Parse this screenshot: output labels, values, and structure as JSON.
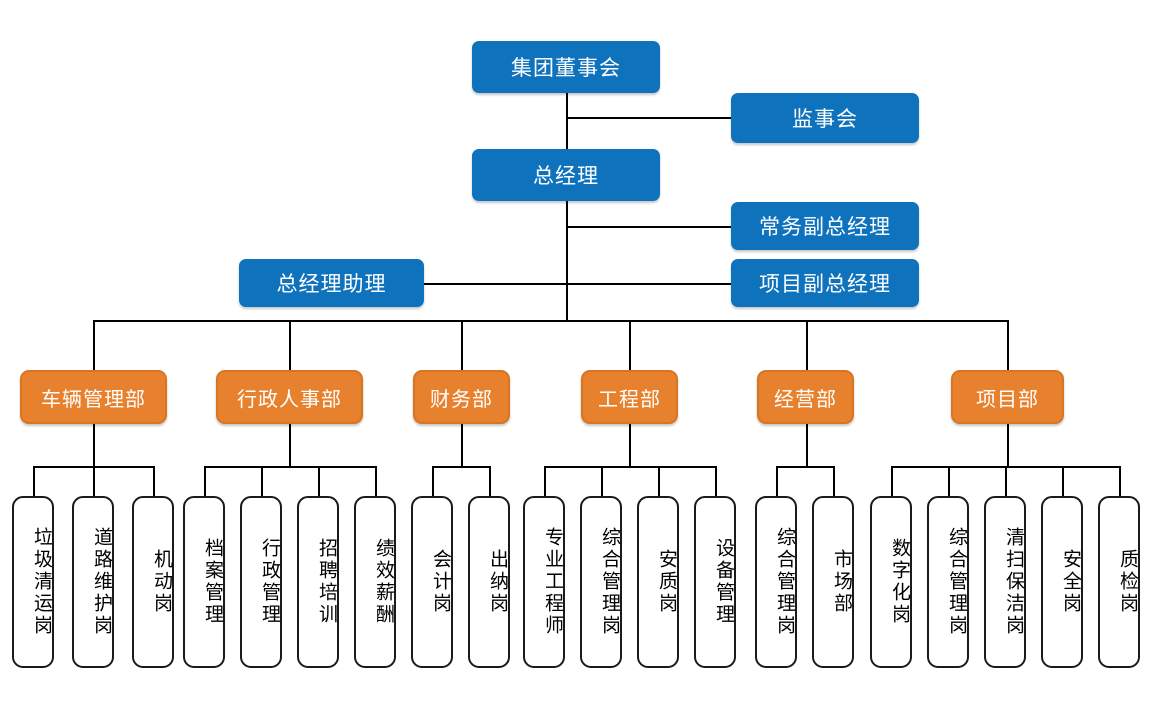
{
  "theme": {
    "blue": "#0f72bd",
    "orange": "#e8812e",
    "orange_border": "#d9741f",
    "line": "#000000",
    "leaf_border": "#1a1a1a",
    "background": "#ffffff"
  },
  "top": {
    "board": "集团董事会",
    "supervisory": "监事会",
    "general_manager": "总经理",
    "executive_vp": "常务副总经理",
    "project_vp": "项目副总经理",
    "gm_assistant": "总经理助理"
  },
  "departments": [
    {
      "name": "车辆管理部",
      "roles": [
        "垃圾清运岗",
        "道路维护岗",
        "机动岗"
      ]
    },
    {
      "name": "行政人事部",
      "roles": [
        "档案管理",
        "行政管理",
        "招聘培训",
        "绩效薪酬"
      ]
    },
    {
      "name": "财务部",
      "roles": [
        "会计岗",
        "出纳岗"
      ]
    },
    {
      "name": "工程部",
      "roles": [
        "专业工程师",
        "综合管理岗",
        "安质岗",
        "设备管理"
      ]
    },
    {
      "name": "经营部",
      "roles": [
        "综合管理岗",
        "市场部"
      ]
    },
    {
      "name": "项目部",
      "roles": [
        "数字化岗",
        "综合管理岗",
        "清扫保洁岗",
        "安全岗",
        "质检岗"
      ]
    }
  ]
}
